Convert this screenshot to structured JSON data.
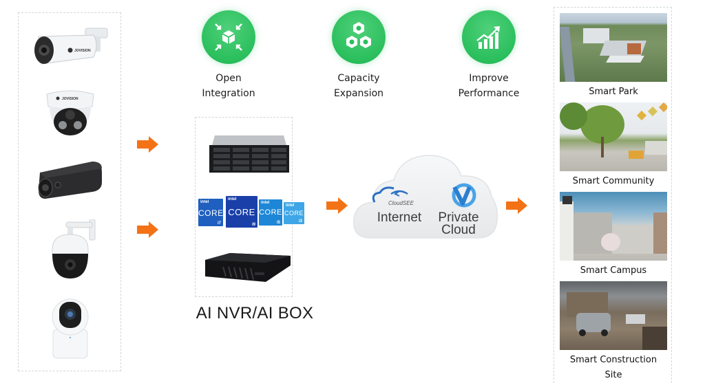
{
  "features": [
    {
      "icon": "integration-cube-icon",
      "label_line1": "Open",
      "label_line2": "Integration"
    },
    {
      "icon": "hexagon-nuts-icon",
      "label_line1": "Capacity",
      "label_line2": "Expansion"
    },
    {
      "icon": "growth-chart-icon",
      "label_line1": "Improve",
      "label_line2": "Performance"
    }
  ],
  "cameras": [
    {
      "type": "bullet-camera",
      "brand": "JOVISION"
    },
    {
      "type": "dome-camera",
      "brand": "JOVISION"
    },
    {
      "type": "box-camera"
    },
    {
      "type": "ptz-speed-dome-camera"
    },
    {
      "type": "indoor-pan-tilt-camera"
    }
  ],
  "nvr": {
    "title": "AI NVR/AI BOX",
    "items": [
      "rack-server",
      "intel-core-processors",
      "ai-box"
    ],
    "intel_chips": [
      {
        "brand": "intel",
        "name": "CORE",
        "gen": "i7",
        "color": "#1f5fbf"
      },
      {
        "brand": "intel",
        "name": "CORE",
        "gen": "i9",
        "color": "#1a3fa8"
      },
      {
        "brand": "intel",
        "name": "CORE",
        "gen": "i5",
        "color": "#1e86d6"
      },
      {
        "brand": "intel",
        "name": "CORE",
        "gen": "i3",
        "color": "#3ea6e6"
      }
    ]
  },
  "cloud": {
    "internet_logo": "CloudSEE",
    "internet_label": "Internet",
    "private_label_line1": "Private",
    "private_label_line2": "Cloud"
  },
  "scenarios": [
    {
      "label": "Smart Park"
    },
    {
      "label": "Smart Community"
    },
    {
      "label": "Smart Campus"
    },
    {
      "label": "Smart Construction",
      "label_line2": "Site"
    }
  ],
  "colors": {
    "accent_green": "#2bbf5d",
    "arrow_orange": "#f47216"
  }
}
